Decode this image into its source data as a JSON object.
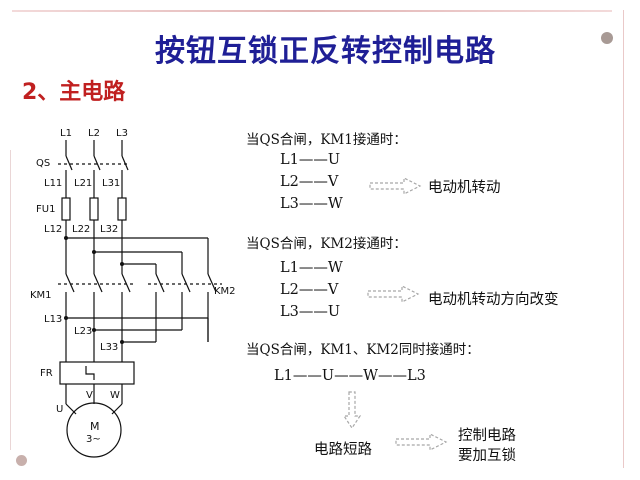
{
  "title": "按钮互锁正反转控制电路",
  "subtitle": "2、主电路",
  "circuit": {
    "phases": [
      "L1",
      "L2",
      "L3"
    ],
    "qs": "QS",
    "row_l1": [
      "L11",
      "L21",
      "L31"
    ],
    "fu1": "FU1",
    "row_l2": [
      "L12",
      "L22",
      "L32"
    ],
    "km1": "KM1",
    "km2": "KM2",
    "l13": "L13",
    "l23": "L23",
    "l33": "L33",
    "fr": "FR",
    "motor_terminals": [
      "U",
      "V",
      "W"
    ],
    "motor_label": "M",
    "motor_sub": "3~"
  },
  "notes": {
    "case1": {
      "heading": "当QS合闸，KM1接通时：",
      "lines": [
        "L1——U",
        "L2——V",
        "L3——W"
      ],
      "result": "电动机转动"
    },
    "case2": {
      "heading": "当QS合闸，KM2接通时：",
      "lines": [
        "L1——W",
        "L2——V",
        "L3——U"
      ],
      "result": "电动机转动方向改变"
    },
    "case3": {
      "heading": "当QS合闸，KM1、KM2同时接通时：",
      "chain": "L1——U——W——L3",
      "result": "电路短路",
      "conclusion_1": "控制电路",
      "conclusion_2": "要加互锁"
    }
  },
  "colors": {
    "title": "#1f1f96",
    "subtitle": "#c02020",
    "arrow": "#a8a8a8"
  }
}
